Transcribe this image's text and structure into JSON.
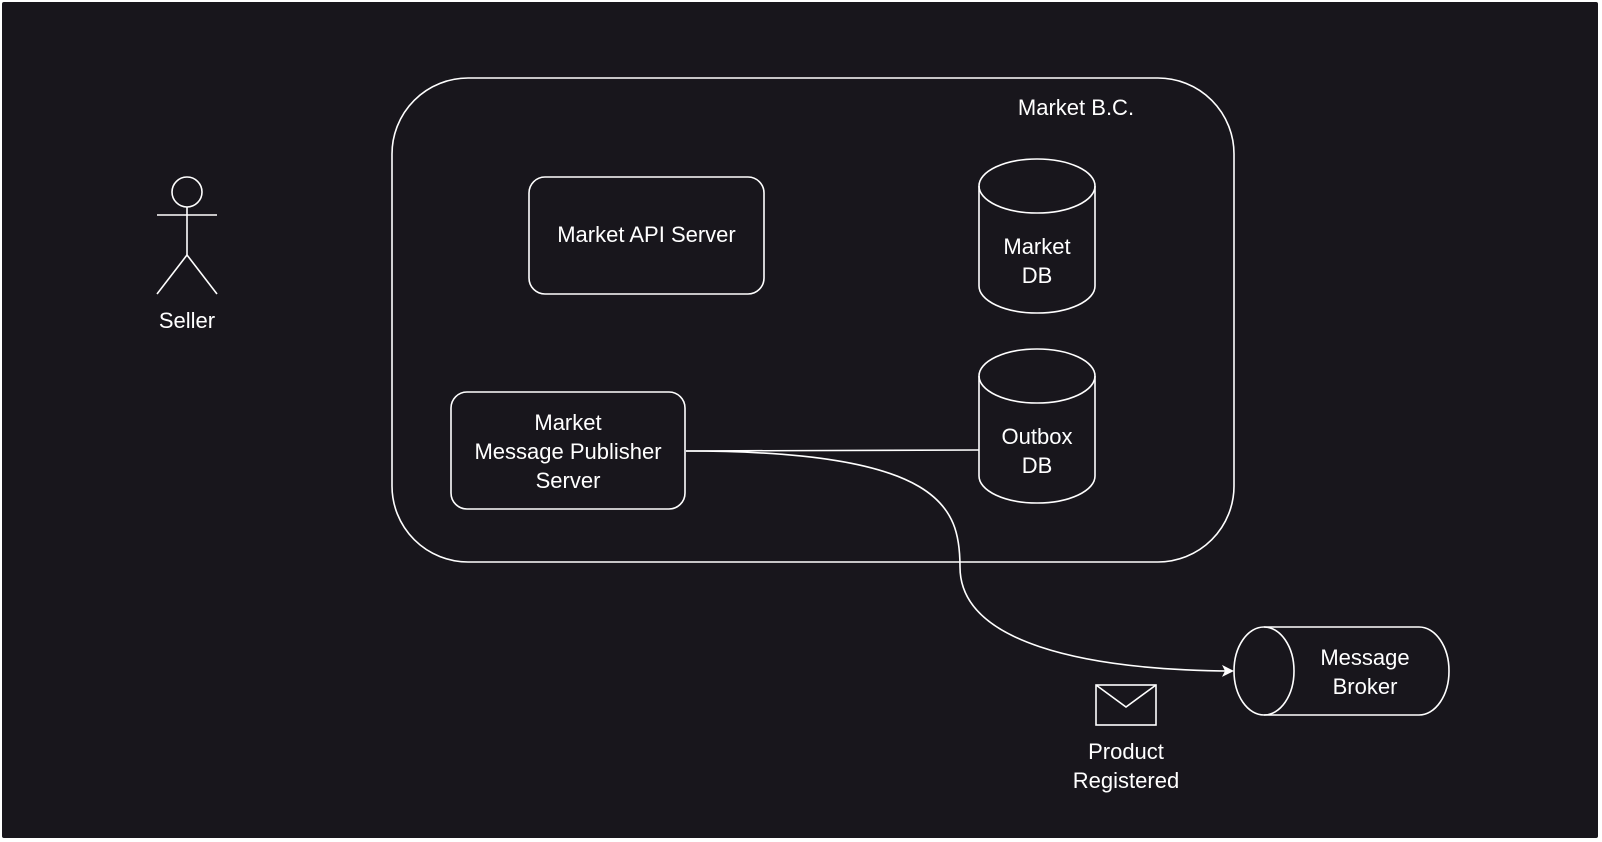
{
  "diagram": {
    "actor": {
      "label": "Seller",
      "icon": "stick-figure-icon"
    },
    "boundary": {
      "label": "Market B.C."
    },
    "nodes": {
      "api_server": {
        "label": "Market API Server"
      },
      "market_db": {
        "label": "Market\nDB"
      },
      "outbox_db": {
        "label": "Outbox\nDB"
      },
      "publisher": {
        "label": "Market\nMessage Publisher\nServer"
      },
      "broker": {
        "label": "Message\nBroker"
      }
    },
    "message": {
      "label": "Product\nRegistered",
      "icon": "envelope-icon"
    },
    "edges": [
      {
        "from": "publisher",
        "to": "outbox_db",
        "style": "line"
      },
      {
        "from": "publisher",
        "to": "broker",
        "style": "curved-arrow"
      }
    ]
  },
  "colors": {
    "background": "#18161c",
    "stroke": "#ffffff",
    "text": "#ffffff"
  }
}
